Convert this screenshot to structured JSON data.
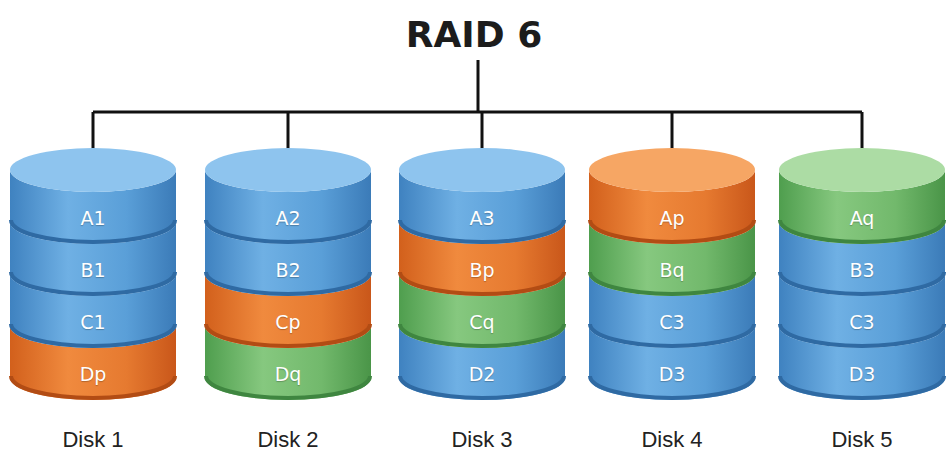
{
  "diagram": {
    "title": "RAID 6",
    "nodes": [
      {
        "text": [
          "Disk 1"
        ]
      },
      {
        "text": [
          "A1"
        ],
        "in": 0
      },
      {
        "text": [
          "B1"
        ],
        "in": 0
      },
      {
        "text": [
          "C1"
        ],
        "in": 0
      },
      {
        "text": [
          "Dp"
        ],
        "in": 0
      },
      {
        "text": [
          "Disk 2"
        ]
      },
      {
        "text": [
          "A2"
        ],
        "in": 5
      },
      {
        "text": [
          "B2"
        ],
        "in": 5
      },
      {
        "text": [
          "Cp"
        ],
        "in": 5
      },
      {
        "text": [
          "Dq"
        ],
        "in": 5
      },
      {
        "text": [
          "Disk 3"
        ]
      },
      {
        "text": [
          "A3"
        ],
        "in": 10
      },
      {
        "text": [
          "Bp"
        ],
        "in": 10
      },
      {
        "text": [
          "Cq"
        ],
        "in": 10
      },
      {
        "text": [
          "D2"
        ],
        "in": 10
      },
      {
        "text": [
          "Disk 4"
        ]
      },
      {
        "text": [
          "Ap"
        ],
        "in": 15
      },
      {
        "text": [
          "Bq"
        ],
        "in": 15
      },
      {
        "text": [
          "C3"
        ],
        "in": 15
      },
      {
        "text": [
          "D3"
        ],
        "in": 15
      },
      {
        "text": [
          "Disk 5"
        ]
      },
      {
        "text": [
          "Aq"
        ],
        "in": 20
      },
      {
        "text": [
          "B3"
        ],
        "in": 20
      },
      {
        "text": [
          "C3"
        ],
        "in": 20
      },
      {
        "text": [
          "D3"
        ],
        "in": 20
      }
    ]
  }
}
